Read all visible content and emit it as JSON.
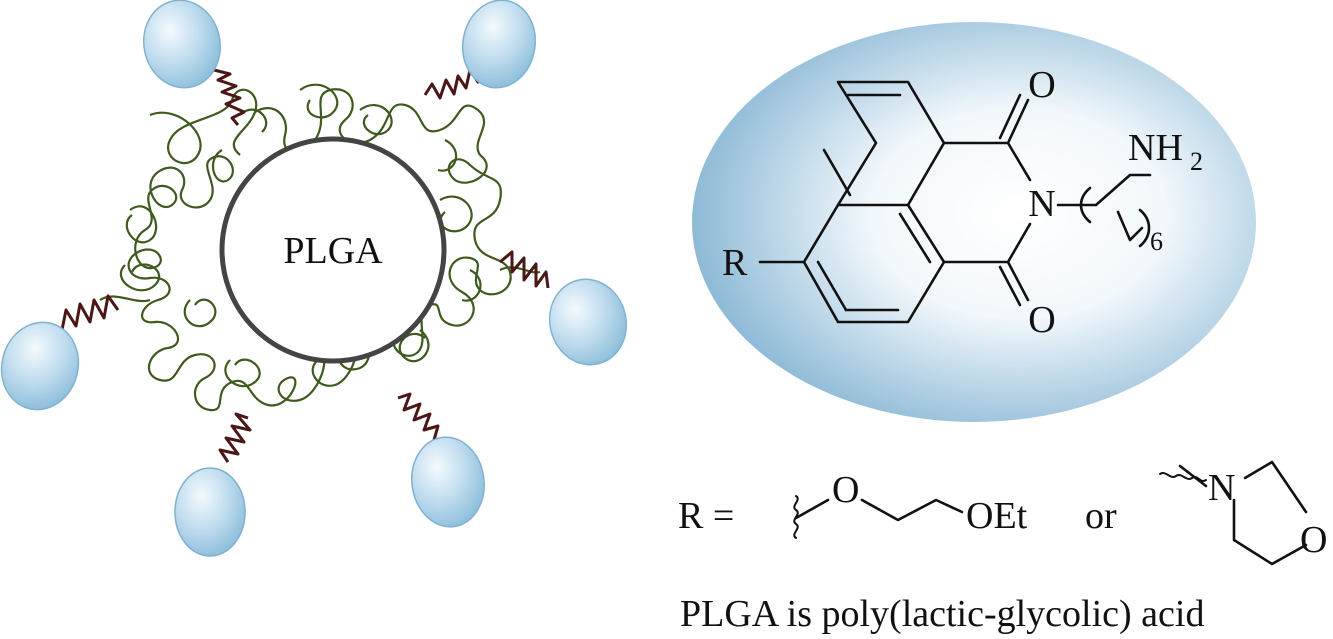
{
  "nanoparticle": {
    "core_label": "PLGA"
  },
  "molecule": {
    "atoms": {
      "oxygen_top": "O",
      "oxygen_bottom": "O",
      "nitrogen": "N",
      "amine": "NH",
      "amine_subscript": "2",
      "repeat_subscript": "6",
      "r_group": "R"
    }
  },
  "substituents": {
    "r_equals": "R =",
    "ether_oxygen": "O",
    "ether_terminal": "OEt",
    "or_text": "or",
    "morpholine_nitrogen": "N",
    "morpholine_oxygen": "O"
  },
  "caption": "PLGA is poly(lactic-glycolic) acid",
  "colors": {
    "sphere_light": "#eaf5fb",
    "sphere_dark": "#9cc8e2",
    "ellipse_center": "#ffffff",
    "ellipse_edge": "#8fbcd8",
    "polymer_chain": "#3f5a1e",
    "linker": "#4a1616",
    "core_ring": "#444444"
  }
}
